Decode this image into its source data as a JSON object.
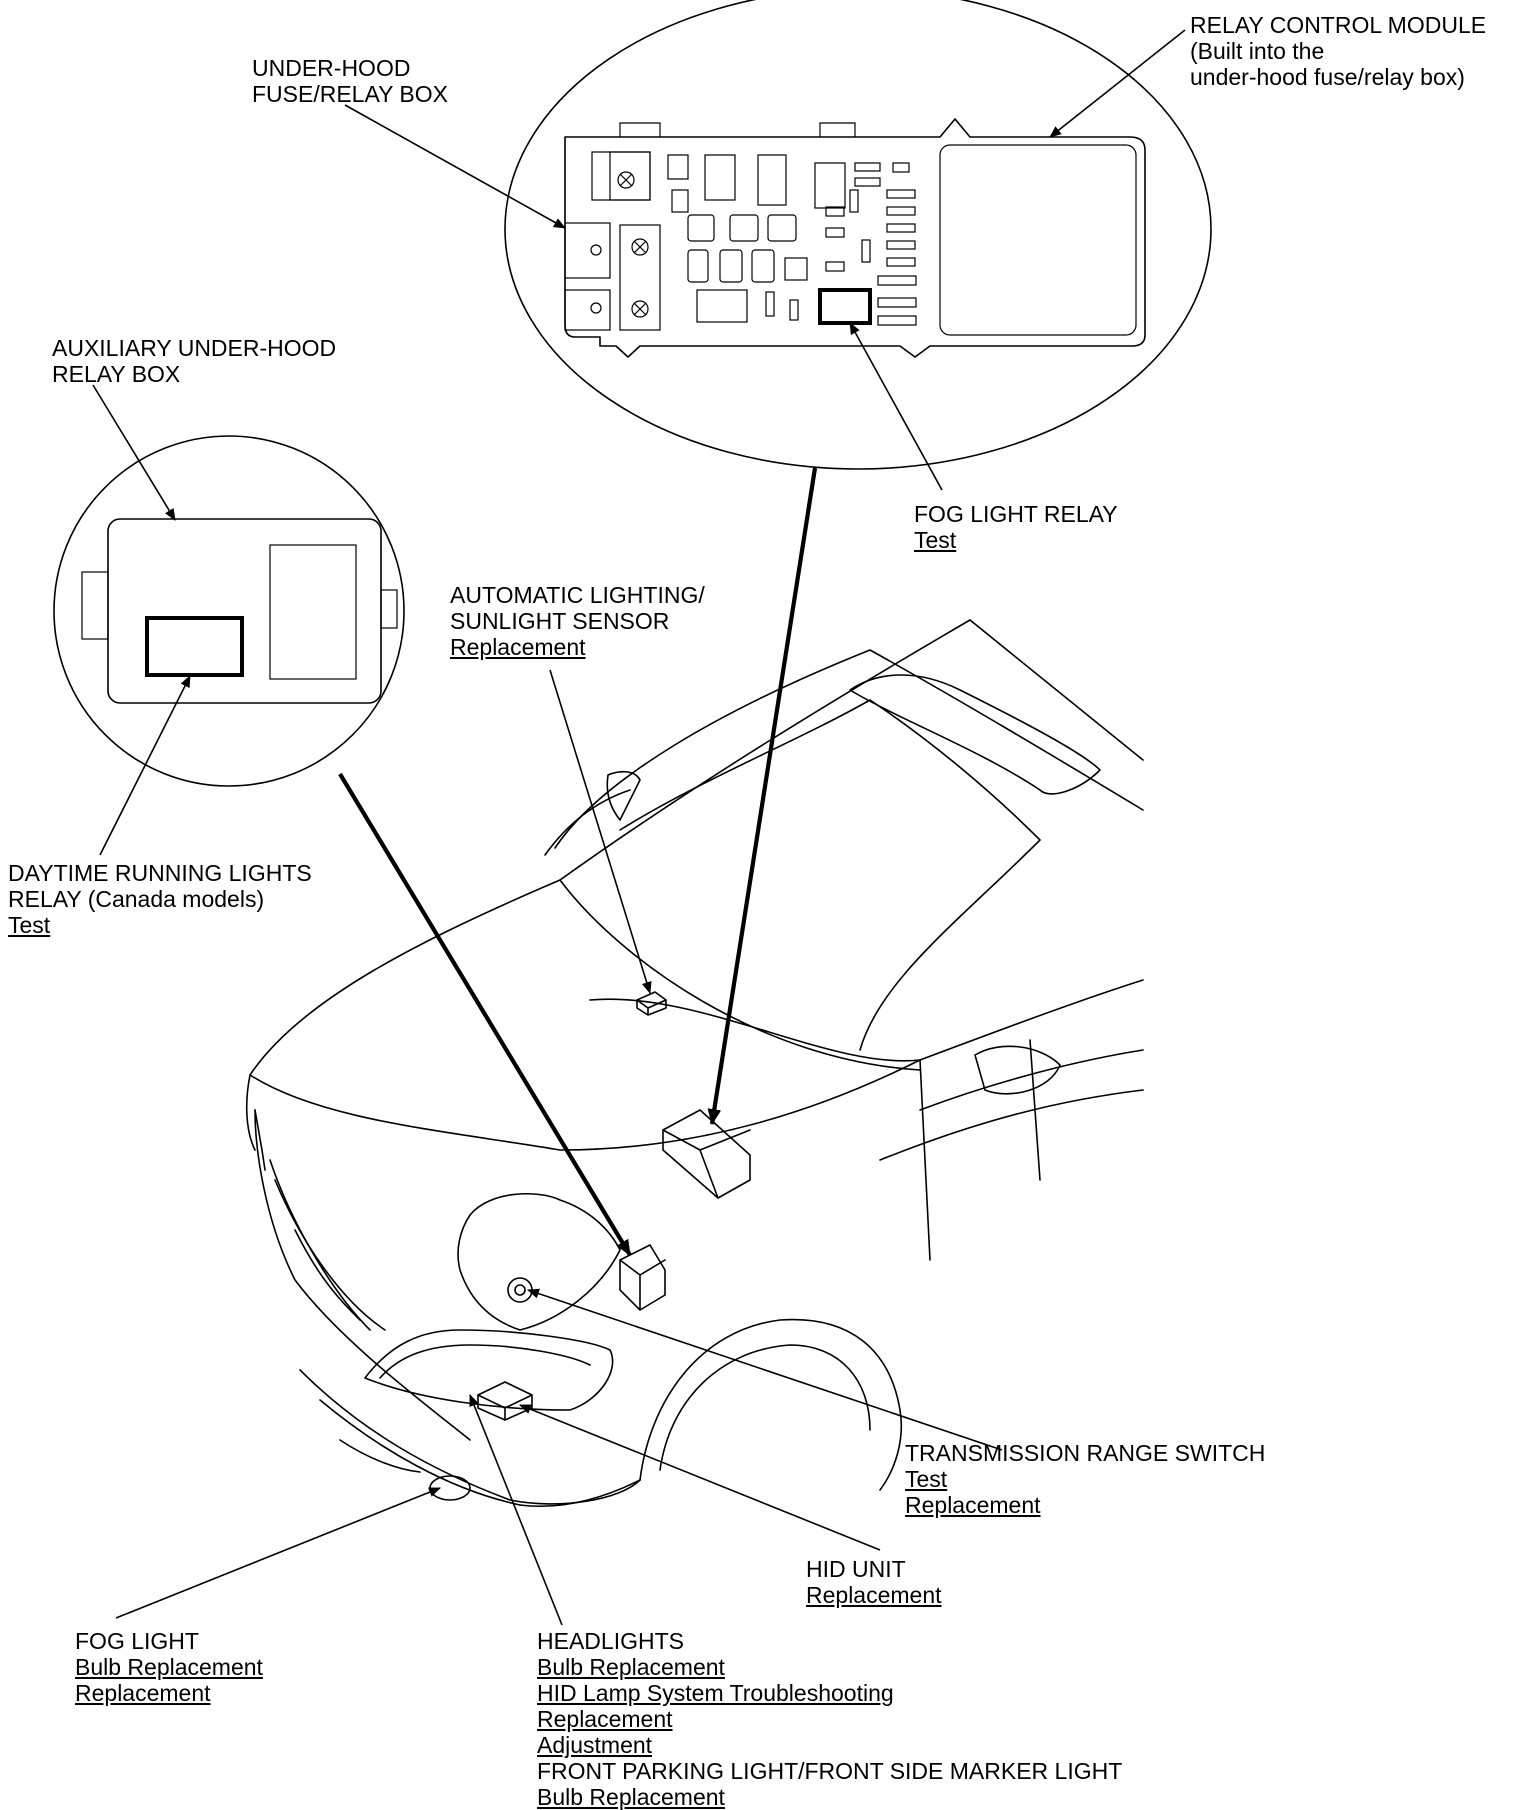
{
  "callouts": {
    "relay_control_module": {
      "lines": [
        "RELAY CONTROL MODULE",
        "(Built into the",
        "under-hood fuse/relay box)"
      ]
    },
    "under_hood_fuse_box": {
      "lines": [
        "UNDER-HOOD",
        "FUSE/RELAY BOX"
      ]
    },
    "auxiliary_relay_box": {
      "lines": [
        "AUXILIARY UNDER-HOOD",
        "RELAY BOX"
      ]
    },
    "fog_light_relay": {
      "title": "FOG LIGHT RELAY",
      "links": [
        "Test"
      ]
    },
    "auto_lighting_sensor": {
      "lines": [
        "AUTOMATIC LIGHTING/",
        "SUNLIGHT SENSOR"
      ],
      "links": [
        "Replacement"
      ]
    },
    "drl_relay": {
      "lines": [
        "DAYTIME RUNNING LIGHTS",
        "RELAY (Canada models)"
      ],
      "links": [
        "Test"
      ]
    },
    "transmission_range_switch": {
      "title": "TRANSMISSION RANGE SWITCH",
      "links": [
        "Test",
        "Replacement"
      ]
    },
    "hid_unit": {
      "title": "HID UNIT",
      "links": [
        "Replacement"
      ]
    },
    "fog_light": {
      "title": "FOG LIGHT",
      "links": [
        "Bulb Replacement",
        "Replacement"
      ]
    },
    "headlights": {
      "title": "HEADLIGHTS",
      "links": [
        "Bulb Replacement",
        "HID Lamp System Troubleshooting",
        "Replacement",
        "Adjustment"
      ],
      "subtitle": "FRONT PARKING LIGHT/FRONT SIDE MARKER LIGHT",
      "sublinks": [
        "Bulb Replacement"
      ]
    }
  }
}
